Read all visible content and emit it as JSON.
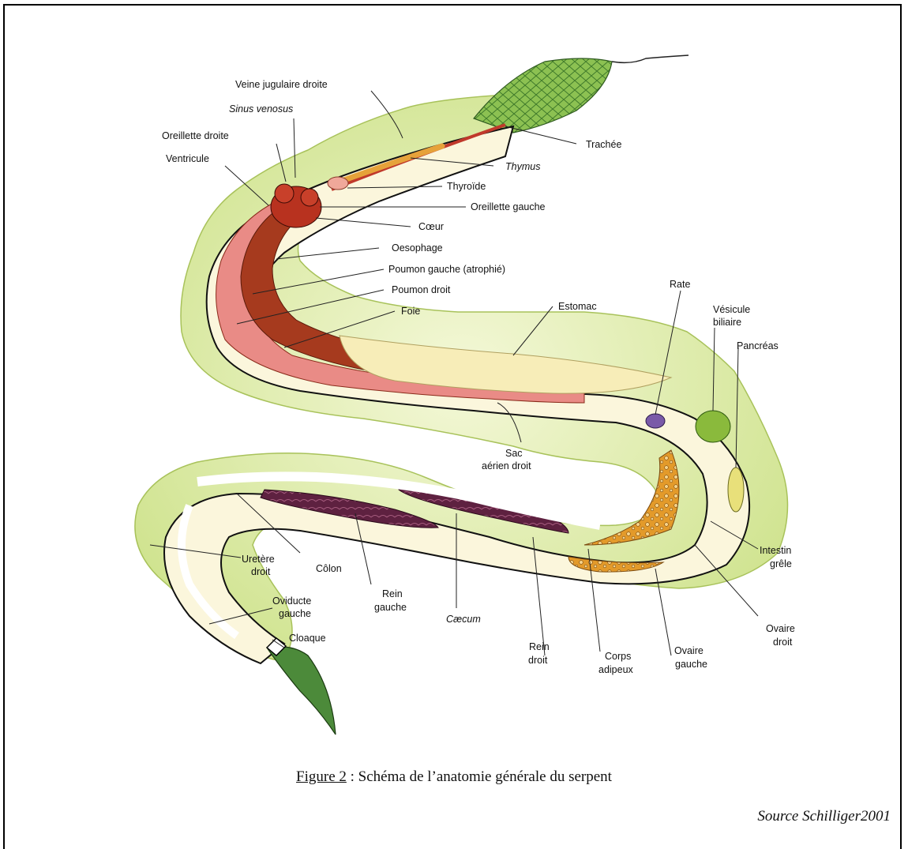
{
  "caption": {
    "figure_ref": "Figure 2",
    "text": " : Schéma de l’anatomie générale du serpent"
  },
  "source": "Source Schilliger2001",
  "labels": {
    "veine_jugulaire_droite": "Veine jugulaire droite",
    "sinus_venosus": "Sinus venosus",
    "oreillette_droite": "Oreillette droite",
    "ventricule": "Ventricule",
    "trachee": "Trachée",
    "thymus": "Thymus",
    "thyroide": "Thyroïde",
    "oreillette_gauche": "Oreillette gauche",
    "coeur": "Cœur",
    "oesophage": "Oesophage",
    "poumon_gauche": "Poumon gauche (atrophié)",
    "poumon_droit": "Poumon droit",
    "foie": "Foie",
    "estomac": "Estomac",
    "rate": "Rate",
    "vesicule_1": "Vésicule",
    "vesicule_2": "biliaire",
    "pancreas": "Pancréas",
    "sac_1": "Sac",
    "sac_2": "aérien droit",
    "intestin_1": "Intestin",
    "intestin_2": "grêle",
    "uretere_1": "Uretère",
    "uretere_2": "droit",
    "colon": "Côlon",
    "rein_gauche_1": "Rein",
    "rein_gauche_2": "gauche",
    "oviducte_1": "Oviducte",
    "oviducte_2": "gauche",
    "cloaque": "Cloaque",
    "caecum": "Cæcum",
    "rein_droit_1": "Rein",
    "rein_droit_2": "droit",
    "corps_1": "Corps",
    "corps_2": "adipeux",
    "ovaire_gauche_1": "Ovaire",
    "ovaire_gauche_2": "gauche",
    "ovaire_droit_1": "Ovaire",
    "ovaire_droit_2": "droit"
  },
  "colors": {
    "membrane": "#d8e8a0",
    "membrane_dark": "#b9d36a",
    "head_green": "#7db34a",
    "tail_green": "#4c8a3a",
    "body_cream": "#fbf6dc",
    "liver_red": "#a63a1e",
    "lung_pink": "#e58a8a",
    "heart_red": "#b8321f",
    "kidney_purple": "#6a2a45",
    "fat_orange": "#e0901c",
    "spleen_purple": "#7a5aa8",
    "gall_green": "#8aba3c"
  }
}
